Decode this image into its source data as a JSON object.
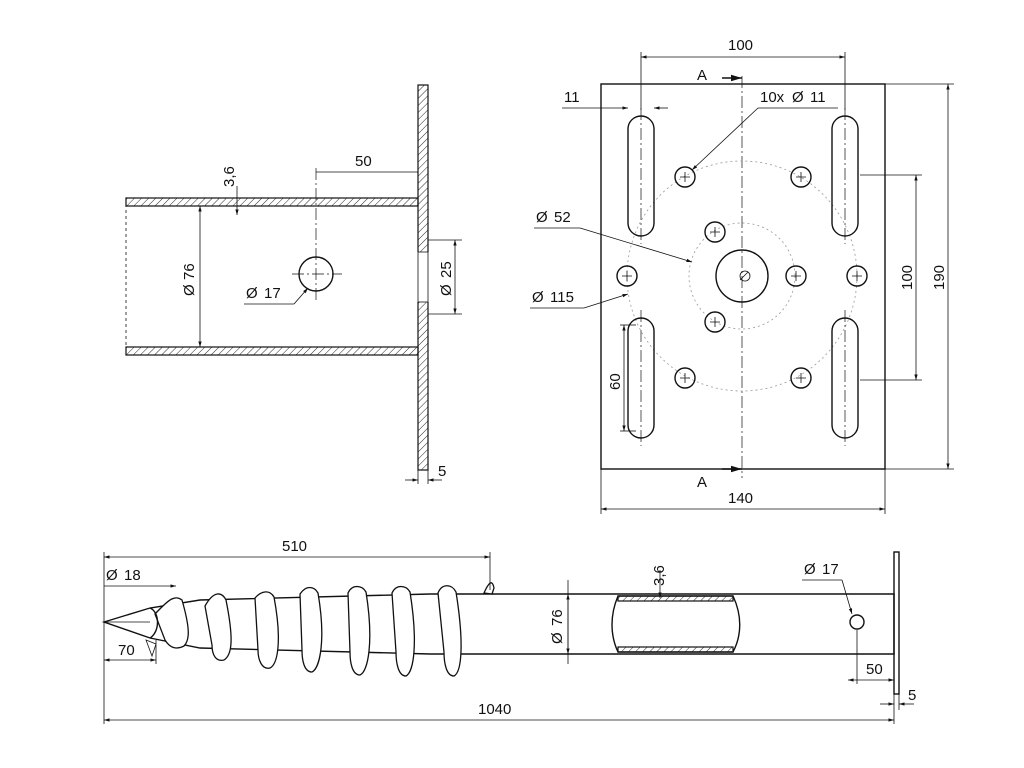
{
  "side_view": {
    "wall_thickness": "3,6",
    "hole_offset": "50",
    "pipe_diameter": "76",
    "hole_diameter": "17",
    "plate_hole_diameter": "25",
    "plate_thickness": "5"
  },
  "plate_view": {
    "slot_spacing_top": "100",
    "slot_width": "11",
    "holes_note": "10x",
    "holes_diameter": "11",
    "section_label": "A",
    "center_hole_diameter": "52",
    "bolt_circle_diameter": "115",
    "slot_spacing_right": "100",
    "plate_height": "190",
    "slot_length": "60",
    "plate_width": "140"
  },
  "screw_view": {
    "thread_length": "510",
    "tip_diameter": "18",
    "tip_length": "70",
    "wall_thickness": "3,6",
    "pipe_diameter": "76",
    "hole_diameter": "17",
    "hole_offset": "50",
    "plate_thickness": "5",
    "total_length": "1040"
  },
  "symbols": {
    "diameter": "Ø"
  }
}
